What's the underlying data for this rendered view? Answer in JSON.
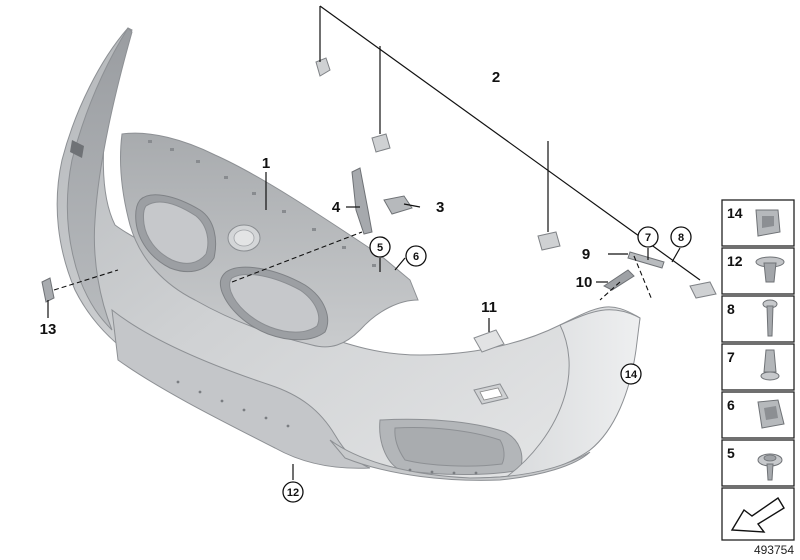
{
  "diagram": {
    "callouts": {
      "c1": "1",
      "c2": "2",
      "c3": "3",
      "c4": "4",
      "c5": "5",
      "c6": "6",
      "c7": "7",
      "c8": "8",
      "c9": "9",
      "c10": "10",
      "c11": "11",
      "c12": "12",
      "c13": "13",
      "c14": "14"
    },
    "legend": [
      "14",
      "12",
      "8",
      "7",
      "6",
      "5"
    ],
    "image_code": "493754"
  },
  "colors": {
    "bumper_light": "#dcdee0",
    "bumper_mid": "#b9bcbf",
    "bumper_dark": "#8e9196",
    "line": "#111111"
  }
}
